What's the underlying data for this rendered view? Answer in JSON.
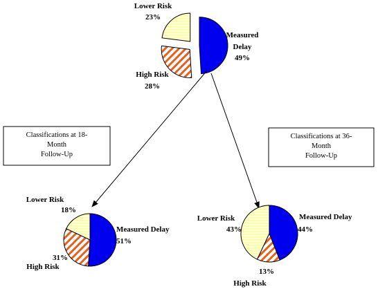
{
  "colors": {
    "measured_delay": "#0000EE",
    "lower_risk": "#FFFF99",
    "lower_risk_stripe": "#FFFFFF",
    "high_risk": "#FFFFFF",
    "high_risk_stripe": "#E8601C",
    "outline": "#000000"
  },
  "boxes": [
    {
      "lines": [
        "Classifications at 18-",
        "Month",
        "Follow-Up"
      ]
    },
    {
      "lines": [
        "Classifications at 36-",
        "Month",
        "Follow-Up"
      ]
    }
  ],
  "chart_data": [
    {
      "type": "pie",
      "title": "",
      "slices": [
        {
          "name": "Lower Risk",
          "value": 23,
          "value_label": "23%"
        },
        {
          "name": "Measured Delay",
          "name_lines": [
            "Measured",
            "Delay"
          ],
          "value": 49,
          "value_label": "49%"
        },
        {
          "name": "High Risk",
          "value": 28,
          "value_label": "28%"
        }
      ]
    },
    {
      "type": "pie",
      "title": "",
      "slices": [
        {
          "name": "Lower Risk",
          "value": 18,
          "value_label": "18%"
        },
        {
          "name": "Measured Delay",
          "value": 51,
          "value_label": "51%"
        },
        {
          "name": "High Risk",
          "value": 31,
          "value_label": "31%"
        }
      ]
    },
    {
      "type": "pie",
      "title": "",
      "slices": [
        {
          "name": "Lower Risk",
          "value": 43,
          "value_label": "43%"
        },
        {
          "name": "Measured Delay",
          "value": 44,
          "value_label": "44%"
        },
        {
          "name": "High Risk",
          "value": 13,
          "value_label": "13%"
        }
      ]
    }
  ]
}
